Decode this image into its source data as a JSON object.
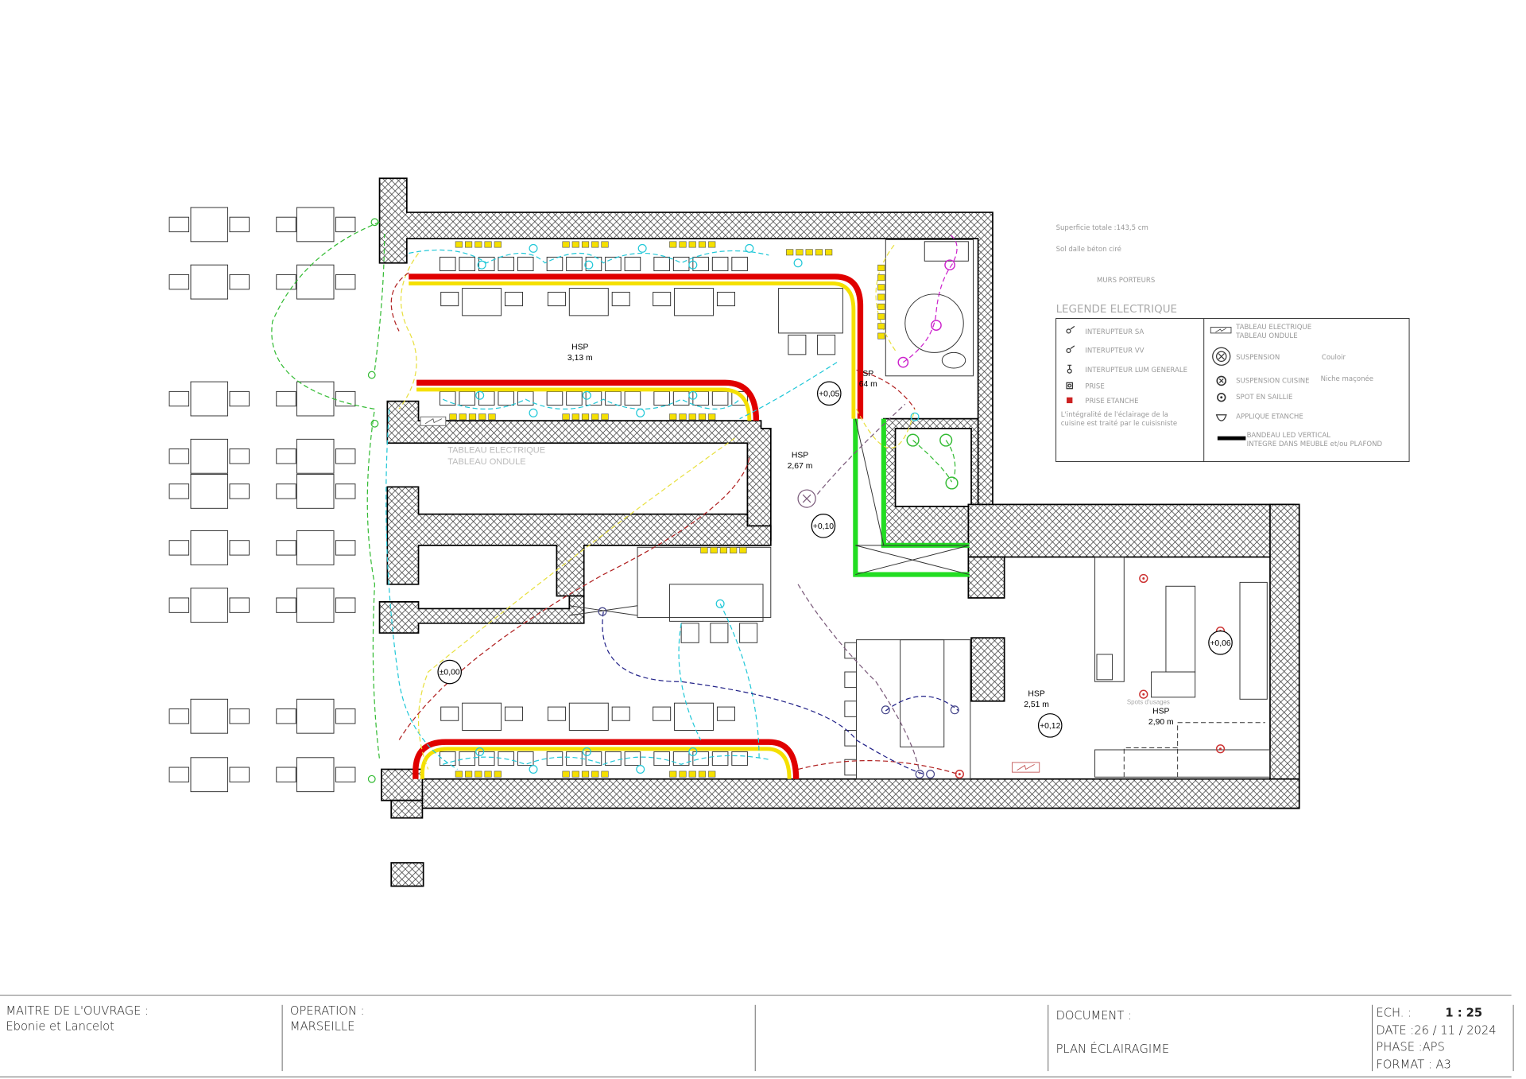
{
  "plan": {
    "rooms": [
      {
        "label": "HSP",
        "height": "3,13 m"
      },
      {
        "label": "HSP",
        "height": "2,67 m"
      },
      {
        "label": "HSP",
        "height": "2,51 m"
      },
      {
        "label": "HSP",
        "height": "2,90 m"
      },
      {
        "label": "SP",
        "height": "64 m"
      }
    ],
    "levels": [
      "+0,05",
      "+0,10",
      "±0,00",
      "+0,12",
      "+0,06"
    ],
    "annotations": {
      "tableau_1": "TABLEAU ELECTRIQUE",
      "tableau_2": "TABLEAU ONDULE",
      "spots": "Spots d'usages"
    },
    "colors": {
      "led_band": "#e00000",
      "led_band_inner": "#f5e000",
      "green_partition": "#22dd22",
      "wiring_cyan": "#22c8d8",
      "wiring_yellow": "#e8e040",
      "wiring_green": "#33bb33",
      "wiring_red": "#b02020",
      "wiring_blue": "#222288",
      "wiring_magenta": "#cc22cc"
    }
  },
  "notes": {
    "surface": "Superficie totale :143,5 cm",
    "floor": "Sol dalle béton ciré",
    "walls": "MURS PORTEURS"
  },
  "legend": {
    "title": "LEGENDE ELECTRIQUE",
    "left": [
      {
        "icon": "switch-sa-icon",
        "label": "INTERUPTEUR SA"
      },
      {
        "icon": "switch-vv-icon",
        "label": "INTERUPTEUR VV"
      },
      {
        "icon": "switch-general-icon",
        "label": "INTERUPTEUR LUM GENERALE"
      },
      {
        "icon": "outlet-icon",
        "label": "PRISE"
      },
      {
        "icon": "waterproof-outlet-icon",
        "label": "PRISE ETANCHE"
      }
    ],
    "note_1": "L'intégralité de l'éclairage de la",
    "note_2": "cuisine est traité par le cuisisniste",
    "right": [
      {
        "icon": "electrical-panel-icon",
        "label": "TABLEAU ELECTRIQUE",
        "label2": "TABLEAU ONDULE",
        "note": ""
      },
      {
        "icon": "pendant-light-icon",
        "label": "SUSPENSION",
        "note": "Couloir"
      },
      {
        "icon": "kitchen-pendant-icon",
        "label": "SUSPENSION CUISINE",
        "note": "Niche maçonée"
      },
      {
        "icon": "surface-spot-icon",
        "label": "SPOT EN SAILLIE",
        "note": ""
      },
      {
        "icon": "waterproof-wall-light-icon",
        "label": "APPLIQUE ETANCHE",
        "note": ""
      },
      {
        "icon": "led-band-icon",
        "label": "BANDEAU LED VERTICAL",
        "label2": "INTEGRE DANS MEUBLE et/ou PLAFOND",
        "note": ""
      }
    ]
  },
  "title_block": {
    "owner_label": "MAITRE DE L'OUVRAGE :",
    "owner_value": "Ebonie et Lancelot",
    "operation_label": "OPERATION :",
    "operation_value": "MARSEILLE",
    "document_label": "DOCUMENT :",
    "document_value": "PLAN ÉCLAIRAGIME",
    "scale_label": "ECH. :",
    "scale_value": "1 : 25",
    "date": "DATE :26  /  11  /  2024",
    "phase": "PHASE :APS",
    "format": "FORMAT :   A3"
  }
}
